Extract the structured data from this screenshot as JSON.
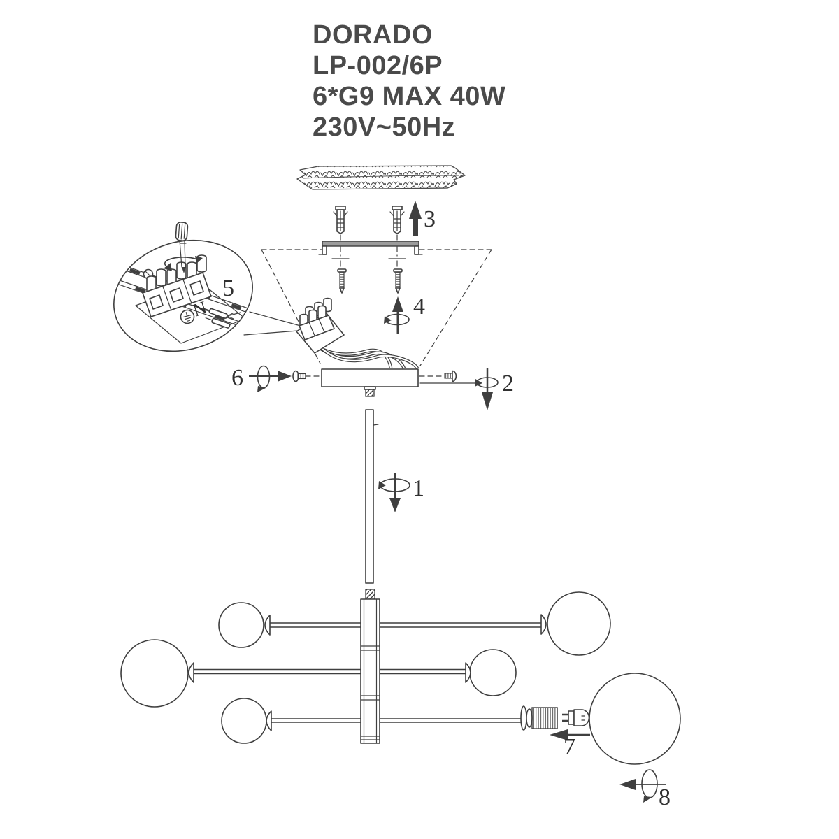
{
  "title": {
    "product_name": "DORADO",
    "model": "LP-002/6P",
    "bulb_spec": "6*G9 MAX 40W",
    "voltage_spec": "230V~50Hz"
  },
  "steps": {
    "hang_rod": "1",
    "tighten_plate_right": "2",
    "insert_wall_plugs": "3",
    "drive_mount_screws": "4",
    "connect_wires_detail": "5",
    "tighten_plate_left": "6",
    "insert_g9_bulb": "7",
    "screw_on_globe": "8"
  },
  "wiring": {
    "neutral_label": "N"
  },
  "colors": {
    "ink": "#3f3f3f",
    "paper": "#ffffff",
    "bracket_fill": "#9c9c9c",
    "title_text": "#4a4a4a"
  },
  "icons": {
    "rotation": "rotate-arrow-icon",
    "up": "up-arrow-icon",
    "down": "down-arrow-icon",
    "left": "left-arrow-icon",
    "right": "right-arrow-icon",
    "ground": "earth-ground-icon",
    "screwdriver": "screwdriver-icon",
    "ceiling": "ceiling-cross-section",
    "wall_plug": "wall-plug-icon",
    "screw": "screw-icon"
  }
}
